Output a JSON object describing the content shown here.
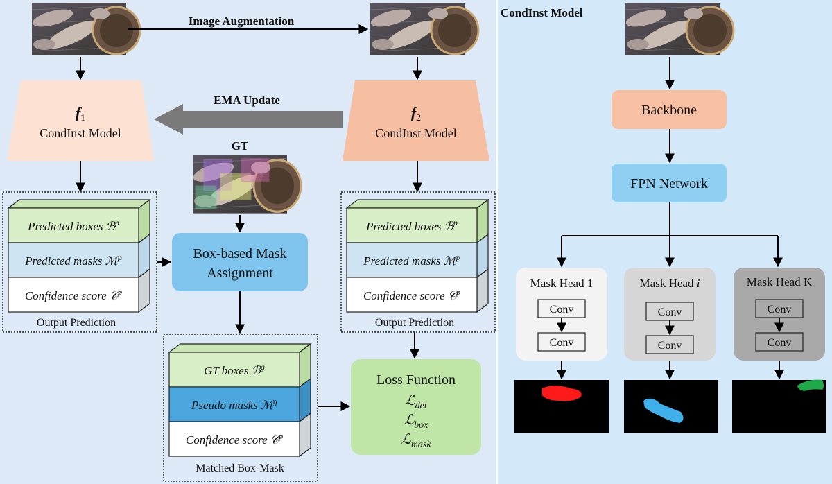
{
  "left_panel": {
    "augment_label": "Image Augmentation",
    "ema_label": "EMA Update",
    "model1": {
      "symbol": "f",
      "sub": "1",
      "name": "CondInst Model"
    },
    "model2": {
      "symbol": "f",
      "sub": "2",
      "name": "CondInst Model"
    },
    "gt_label": "GT",
    "assign_line1": "Box-based Mask",
    "assign_line2": "Assignment",
    "pred1": {
      "row1": {
        "text": "Predicted boxes",
        "sym": "ℬ",
        "sup": "p"
      },
      "row2": {
        "text": "Predicted masks",
        "sym": "ℳ",
        "sup": "p"
      },
      "row3": {
        "text": "Confidence score",
        "sym": "𝒞",
        "sup": "p"
      },
      "caption": "Output Prediction"
    },
    "pred2": {
      "row1": {
        "text": "Predicted boxes",
        "sym": "ℬ",
        "sup": "p"
      },
      "row2": {
        "text": "Predicted masks",
        "sym": "ℳ",
        "sup": "p"
      },
      "row3": {
        "text": "Confidence score",
        "sym": "𝒞",
        "sup": "p"
      },
      "caption": "Output Prediction"
    },
    "matched": {
      "row1": {
        "text": "GT  boxes",
        "sym": "ℬ",
        "sup": "g"
      },
      "row2": {
        "text": "Pseudo masks",
        "sym": "ℳ",
        "sup": "g"
      },
      "row3": {
        "text": "Confidence score",
        "sym": "𝒞",
        "sup": "p"
      },
      "caption": "Matched Box-Mask"
    },
    "loss": {
      "title": "Loss Function",
      "terms": [
        {
          "sym": "ℒ",
          "sub": "det"
        },
        {
          "sym": "ℒ",
          "sub": "box"
        },
        {
          "sym": "ℒ",
          "sub": "mask"
        }
      ]
    }
  },
  "right_panel": {
    "title": "CondInst Model",
    "backbone": "Backbone",
    "fpn": "FPN Network",
    "heads": [
      {
        "prefix": "Mask Head ",
        "idx": "1",
        "conv1": "Conv",
        "conv2": "Conv",
        "mask_color": "#ff1a1a"
      },
      {
        "prefix": "Mask Head ",
        "idx": "i",
        "conv1": "Conv",
        "conv2": "Conv",
        "mask_color": "#3fb0ea"
      },
      {
        "prefix": "Mask Head ",
        "idx": "K",
        "conv1": "Conv",
        "conv2": "Conv",
        "mask_color": "#1faa4a"
      }
    ]
  },
  "colors": {
    "left_bg": "#dde9f6",
    "right_bg": "#d3e8f8",
    "model1_fill": "#fde1d2",
    "model2_fill": "#f6bfa2",
    "green_row": "#d7eec6",
    "blue_row": "#cfe4f3",
    "pseudo_row": "#4aa6dd",
    "white_row": "#ffffff",
    "assign_box": "#7fc4ec",
    "loss_box": "#bfe6a6",
    "backbone": "#f8c0a2",
    "fpn": "#8fd0f2",
    "ema_arrow": "#7a7a7a"
  }
}
